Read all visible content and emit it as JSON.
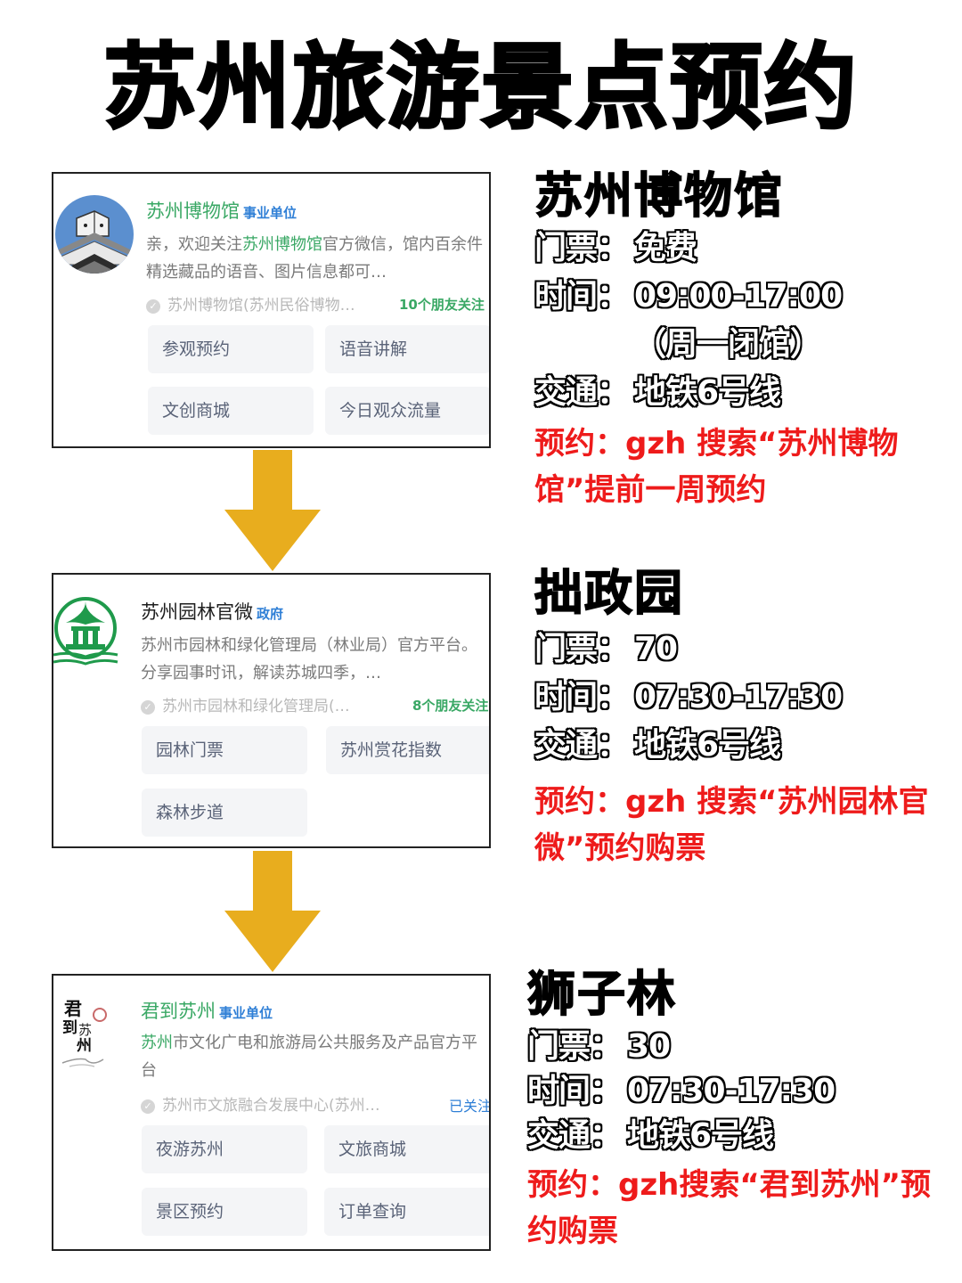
{
  "title": "苏州旅游景点预约",
  "colors": {
    "arrow": "#E8AD1E",
    "accent_green": "#3AA865",
    "badge_blue": "#2F7FD6",
    "booking_red": "#EE1B1B"
  },
  "spots": [
    {
      "card": {
        "avatar_icon": "museum-building-avatar",
        "account_name": "苏州博物馆",
        "badge": "事业单位",
        "desc_prefix": "亲，欢迎关注",
        "desc_highlight": "苏州博物馆",
        "desc_suffix": "官方微信，馆内百余件精选藏品的语音、图片信息都可…",
        "meta": "苏州博物馆(苏州民俗博物…",
        "follow": "10个朋友关注",
        "buttons": [
          "参观预约",
          "语音讲解",
          "文创商城",
          "今日观众流量"
        ]
      },
      "info": {
        "name": "苏州博物馆",
        "ticket_label": "门票：",
        "ticket": "免费",
        "time_label": "时间：",
        "time": "09:00-17:00",
        "time_note": "（周一闭馆）",
        "transport_label": "交通：",
        "transport": "地铁6号线",
        "booking": "预约：gzh 搜索“苏州博物馆”提前一周预约"
      }
    },
    {
      "card": {
        "avatar_icon": "garden-pavilion-logo",
        "account_name": "苏州园林官微",
        "badge": "政府",
        "desc_prefix": "",
        "desc_highlight": "",
        "desc_suffix": "苏州市园林和绿化管理局（林业局）官方平台。分享园事时讯，解读苏城四季，…",
        "meta": "苏州市园林和绿化管理局(…",
        "follow": "8个朋友关注",
        "buttons": [
          "园林门票",
          "苏州赏花指数",
          "森林步道"
        ]
      },
      "info": {
        "name": "拙政园",
        "ticket_label": "门票：",
        "ticket": "70",
        "time_label": "时间：",
        "time": "07:30-17:30",
        "transport_label": "交通：",
        "transport": "地铁6号线",
        "booking": "预约：gzh 搜索“苏州园林官微”预约购票"
      }
    },
    {
      "card": {
        "avatar_icon": "calligraphy-logo",
        "account_name": "君到苏州",
        "badge": "事业单位",
        "desc_prefix": "",
        "desc_highlight": "苏州",
        "desc_suffix": "市文化广电和旅游局公共服务及产品官方平台",
        "meta": "苏州市文旅融合发展中心(苏州…",
        "follow": "已关注",
        "buttons": [
          "夜游苏州",
          "文旅商城",
          "景区预约",
          "订单查询"
        ]
      },
      "info": {
        "name": "狮子林",
        "ticket_label": "门票：",
        "ticket": "30",
        "time_label": "时间：",
        "time": "07:30-17:30",
        "transport_label": "交通：",
        "transport": "地铁6号线",
        "booking": "预约：gzh搜索“君到苏州”预约购票"
      }
    }
  ]
}
